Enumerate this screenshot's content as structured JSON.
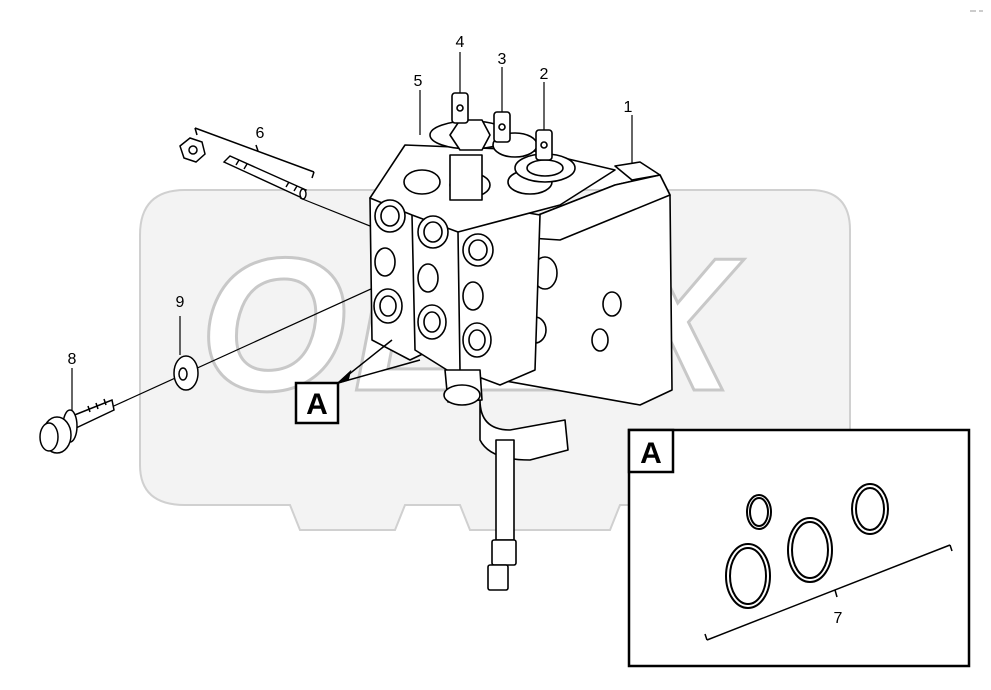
{
  "callouts": {
    "c1": "1",
    "c2": "2",
    "c3": "3",
    "c4": "4",
    "c5": "5",
    "c6": "6",
    "c7": "7",
    "c8": "8",
    "c9": "9"
  },
  "detail_marker": "A",
  "detail_box_label": "A",
  "watermark": "OLEX",
  "colors": {
    "line": "#000000",
    "watermark_fill": "#f2f2f2",
    "watermark_stroke": "#cfcfcf"
  }
}
